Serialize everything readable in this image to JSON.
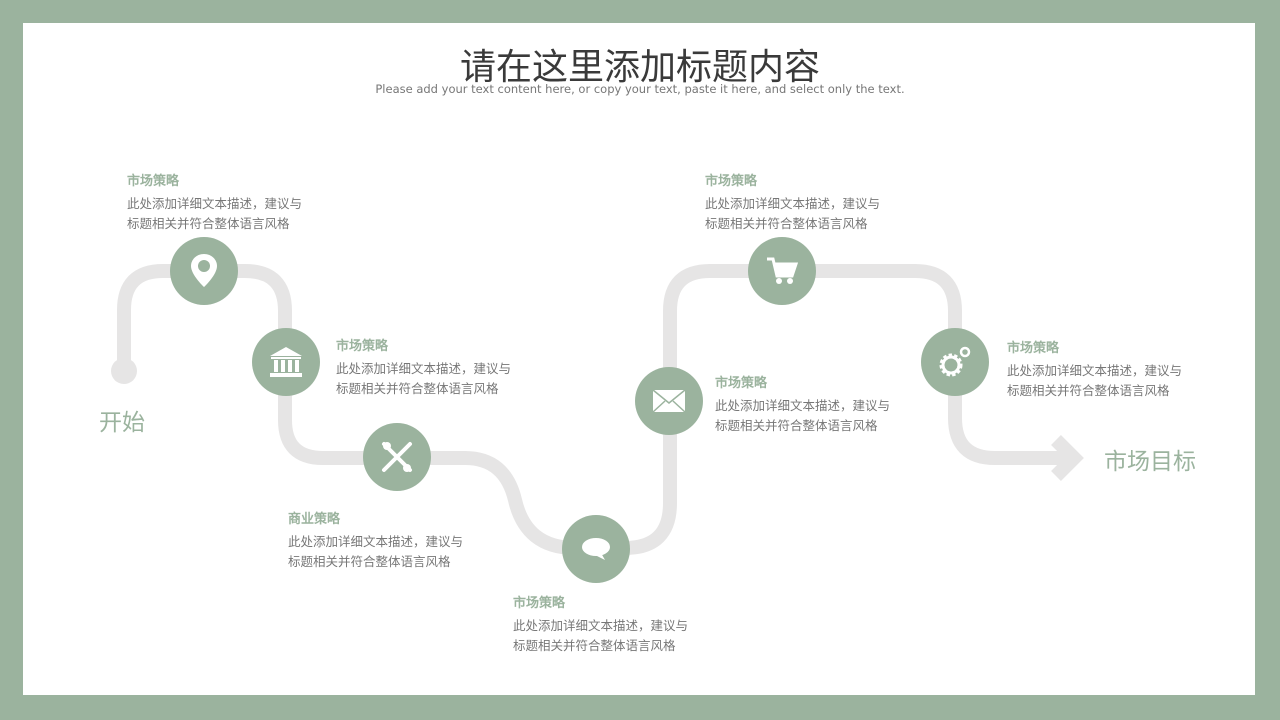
{
  "title": "请在这里添加标题内容",
  "subtitle": "Please add your text content here, or copy your text, paste it here, and select only the text.",
  "start_label": "开始",
  "end_label": "市场目标",
  "steps": [
    {
      "title": "市场策略",
      "line1": "此处添加详细文本描述，建议与",
      "line2": "标题相关并符合整体语言风格",
      "icon": "location-pin-icon"
    },
    {
      "title": "市场策略",
      "line1": "此处添加详细文本描述，建议与",
      "line2": "标题相关并符合整体语言风格",
      "icon": "bank-icon"
    },
    {
      "title": "商业策略",
      "line1": "此处添加详细文本描述，建议与",
      "line2": "标题相关并符合整体语言风格",
      "icon": "tools-icon"
    },
    {
      "title": "市场策略",
      "line1": "此处添加详细文本描述，建议与",
      "line2": "标题相关并符合整体语言风格",
      "icon": "chat-bubble-icon"
    },
    {
      "title": "市场策略",
      "line1": "此处添加详细文本描述，建议与",
      "line2": "标题相关并符合整体语言风格",
      "icon": "mail-icon"
    },
    {
      "title": "市场策略",
      "line1": "此处添加详细文本描述，建议与",
      "line2": "标题相关并符合整体语言风格",
      "icon": "shopping-cart-icon"
    },
    {
      "title": "市场策略",
      "line1": "此处添加详细文本描述，建议与",
      "line2": "标题相关并符合整体语言风格",
      "icon": "gears-icon"
    }
  ],
  "colors": {
    "accent": "#9bb39e",
    "path": "#e6e5e5"
  }
}
